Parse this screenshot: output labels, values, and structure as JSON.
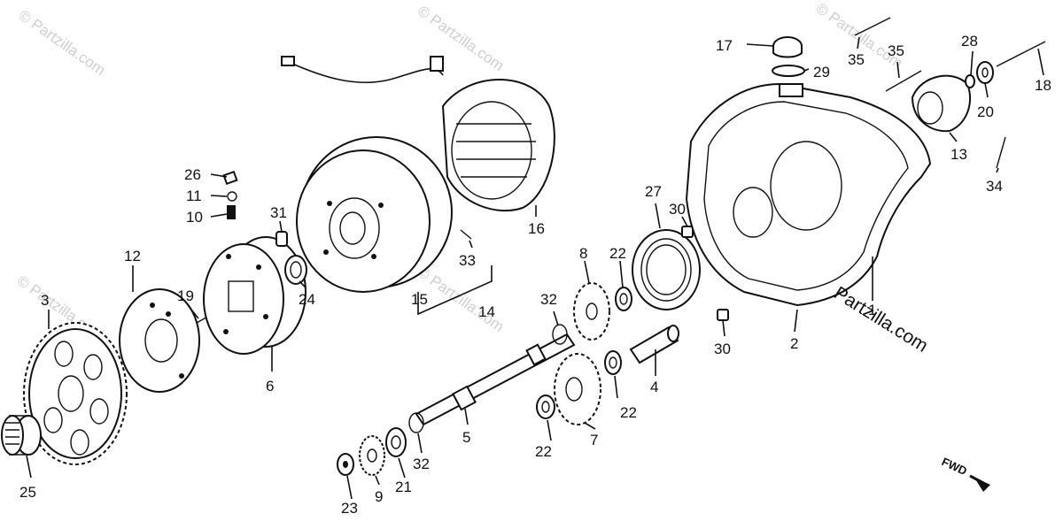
{
  "watermarks": [
    "© Partzilla.com",
    "© Partzilla.com",
    "© Partzilla.com",
    "© Partzilla.com",
    "© Partzilla.com"
  ],
  "brand": "Partzilla.com",
  "fwd_label": "FWD",
  "callouts": {
    "c1": "1",
    "c2": "2",
    "c3": "3",
    "c4": "4",
    "c5": "5",
    "c6": "6",
    "c7": "7",
    "c8": "8",
    "c9": "9",
    "c10": "10",
    "c11": "11",
    "c12": "12",
    "c13": "13",
    "c14": "14",
    "c15": "15",
    "c16": "16",
    "c17": "17",
    "c18": "18",
    "c19": "19",
    "c20": "20",
    "c21": "21",
    "c22a": "22",
    "c22b": "22",
    "c22c": "22",
    "c23": "23",
    "c24": "24",
    "c25": "25",
    "c26": "26",
    "c27": "27",
    "c28": "28",
    "c29": "29",
    "c30a": "30",
    "c30b": "30",
    "c31": "31",
    "c32a": "32",
    "c32b": "32",
    "c33": "33",
    "c34": "34",
    "c35a": "35",
    "c35b": "35"
  }
}
